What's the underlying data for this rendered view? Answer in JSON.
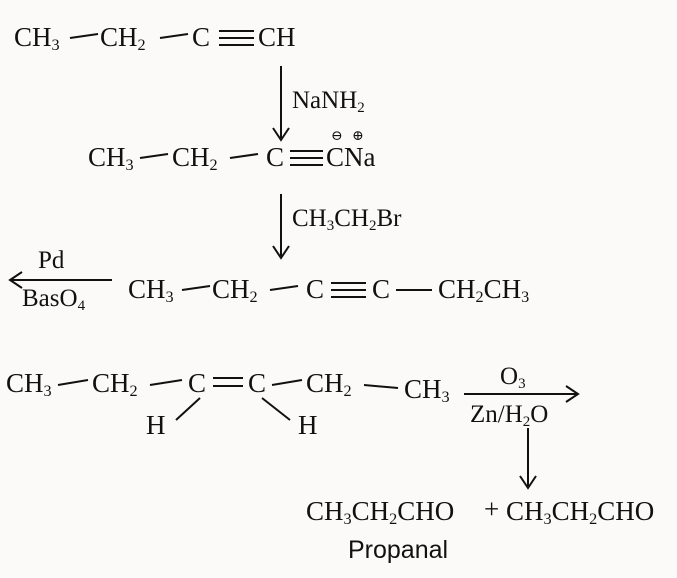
{
  "diagram": {
    "row1": {
      "g1": "CH",
      "g1_sub": "3",
      "g2": "CH",
      "g2_sub": "2",
      "g3": "C",
      "g4": "CH"
    },
    "step1_reagent": "NaNH",
    "step1_reagent_sub": "2",
    "row2": {
      "g1": "CH",
      "g1_sub": "3",
      "g2": "CH",
      "g2_sub": "2",
      "g3": "C",
      "g4": "CNa",
      "charge_minus": "⊖",
      "charge_plus": "⊕"
    },
    "step2_reagent": {
      "a": "CH",
      "a_sub": "3",
      "b": "CH",
      "b_sub": "2",
      "c": "Br"
    },
    "row3": {
      "g1": "CH",
      "g1_sub": "3",
      "g2": "CH",
      "g2_sub": "2",
      "g3": "C",
      "g4": "C",
      "g5a": "CH",
      "g5a_sub": "2",
      "g5b": "CH",
      "g5b_sub": "3"
    },
    "step3_reagent_top": "Pd",
    "step3_reagent_bottom": "BasO",
    "step3_reagent_bottom_sub": "4",
    "row4": {
      "g1": "CH",
      "g1_sub": "3",
      "g2": "CH",
      "g2_sub": "2",
      "g3": "C",
      "g4": "C",
      "g5": "CH",
      "g5_sub": "2",
      "g6": "CH",
      "g6_sub": "3",
      "h_left": "H",
      "h_right": "H"
    },
    "step4_reagent_top": "O",
    "step4_reagent_top_sub": "3",
    "step4_reagent_bottom": "Zn/H",
    "step4_reagent_bottom_sub": "2",
    "step4_reagent_bottom_end": "O",
    "product": {
      "p1a": "CH",
      "p1a_sub": "3",
      "p1b": "CH",
      "p1b_sub": "2",
      "p1c": "CHO",
      "plus": "+",
      "p2a": "CH",
      "p2a_sub": "3",
      "p2b": "CH",
      "p2b_sub": "2",
      "p2c": "CHO"
    },
    "product_name": "Propanal"
  }
}
